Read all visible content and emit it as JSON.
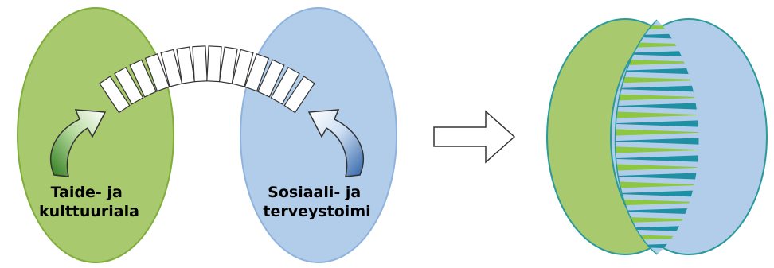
{
  "left_domain": {
    "label_line1": "Taide- ja",
    "label_line2": "kulttuuriala",
    "fill": "#a8c96e",
    "stroke": "#7fae3c"
  },
  "right_domain": {
    "label_line1": "Sosiaali- ja",
    "label_line2": "terveystoimi",
    "fill": "#b1cde9",
    "stroke": "#8fb3dd"
  },
  "bridge": {
    "segments": 14,
    "fill": "#ffffff",
    "stroke": "#333333"
  },
  "arrow": {
    "stroke": "#333333"
  },
  "overlap": {
    "zigzag_colors": [
      "#8dc63f",
      "#1f8fa3"
    ],
    "stroke": "#2a9a9a"
  }
}
